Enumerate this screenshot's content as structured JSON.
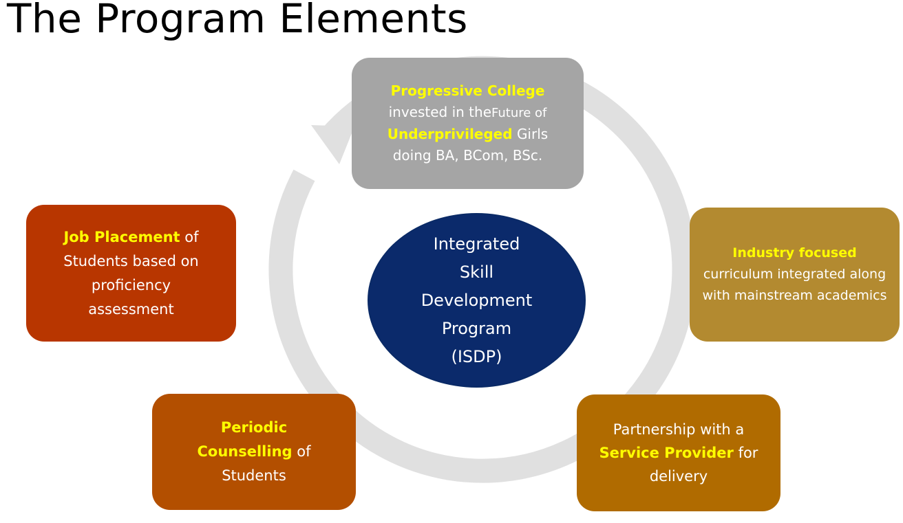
{
  "title": "The Program Elements",
  "colors": {
    "highlight": "#ffff00",
    "cycle_arrow": "#e0e0e0",
    "top_box": "#a5a5a5",
    "right_box": "#b38a30",
    "bottom_right_box": "#b06b00",
    "bottom_left_box": "#b34f00",
    "left_box": "#b83600",
    "center_circle": "#0b2a6b"
  },
  "center": {
    "lines": [
      "Integrated",
      "Skill",
      "Development",
      "Program",
      "(ISDP)"
    ]
  },
  "boxes": {
    "top": {
      "highlight1": "Progressive College",
      "text1": "invested in the",
      "text2": "Future of",
      "highlight2": "Underprivileged",
      "text3": "Girls",
      "text4": "doing BA, BCom, BSc."
    },
    "right": {
      "highlight": "Industry focused",
      "text": "curriculum integrated along with mainstream academics"
    },
    "bottom_right": {
      "text1": "Partnership with a",
      "highlight": "Service Provider",
      "text2": "for delivery"
    },
    "bottom_left": {
      "highlight": "Periodic Counselling",
      "text": "of Students"
    },
    "left": {
      "highlight": "Job Placement",
      "text": "of Students based on proficiency assessment"
    }
  }
}
